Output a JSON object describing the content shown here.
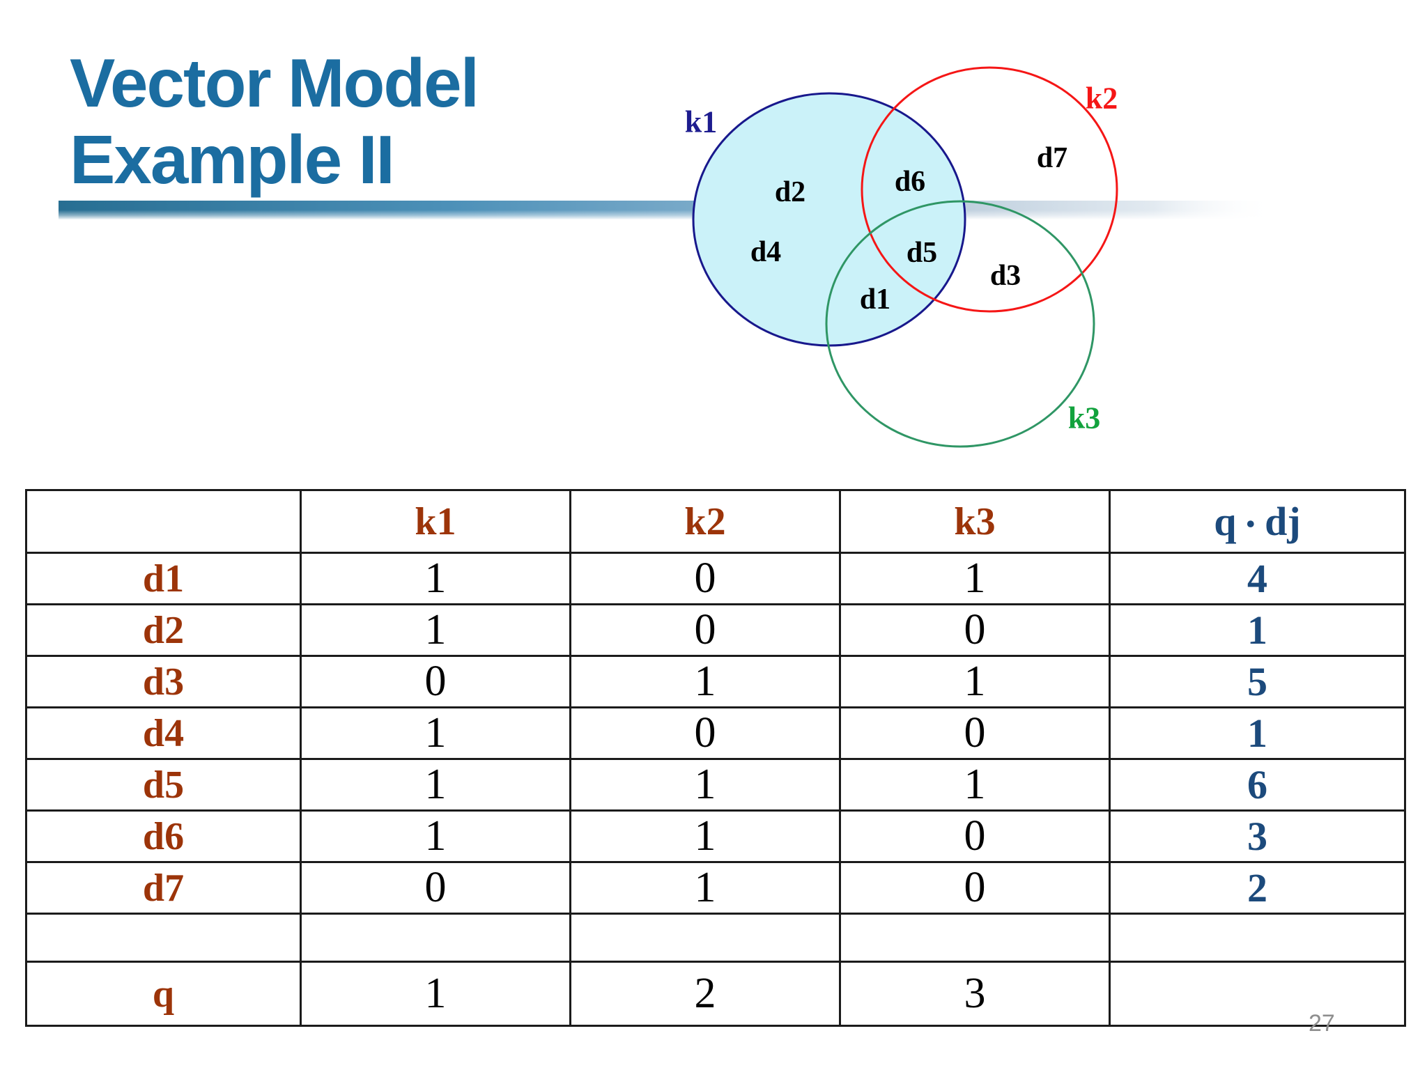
{
  "slide": {
    "title_line1": "Vector Model",
    "title_line2": "Example II",
    "page_number": "27"
  },
  "colors": {
    "title_blue": "#1b6da1",
    "underline_bar_blue": "#276e92",
    "k1_circle_stroke": "#18188c",
    "k1_circle_fill": "#cbf2f9",
    "k2_circle_stroke": "#f51616",
    "k3_circle_stroke": "#2f9665",
    "k3_label_green": "#12a23d",
    "table_label_red": "#9c3409",
    "table_result_navy": "#1c4a7c"
  },
  "venn": {
    "set_labels": {
      "k1": "k1",
      "k2": "k2",
      "k3": "k3"
    },
    "doc_labels": {
      "d1": "d1",
      "d2": "d2",
      "d3": "d3",
      "d4": "d4",
      "d5": "d5",
      "d6": "d6",
      "d7": "d7"
    }
  },
  "table": {
    "columns": [
      "",
      "k1",
      "k2",
      "k3"
    ],
    "qdj_header": {
      "q": "q",
      "dot": "•",
      "dj": "dj"
    },
    "rows": [
      {
        "label": "d1",
        "k1": "1",
        "k2": "0",
        "k3": "1",
        "qdj": "4"
      },
      {
        "label": "d2",
        "k1": "1",
        "k2": "0",
        "k3": "0",
        "qdj": "1"
      },
      {
        "label": "d3",
        "k1": "0",
        "k2": "1",
        "k3": "1",
        "qdj": "5"
      },
      {
        "label": "d4",
        "k1": "1",
        "k2": "0",
        "k3": "0",
        "qdj": "1"
      },
      {
        "label": "d5",
        "k1": "1",
        "k2": "1",
        "k3": "1",
        "qdj": "6"
      },
      {
        "label": "d6",
        "k1": "1",
        "k2": "1",
        "k3": "0",
        "qdj": "3"
      },
      {
        "label": "d7",
        "k1": "0",
        "k2": "1",
        "k3": "0",
        "qdj": "2"
      },
      {
        "label": "",
        "k1": "",
        "k2": "",
        "k3": "",
        "qdj": ""
      },
      {
        "label": "q",
        "k1": "1",
        "k2": "2",
        "k3": "3",
        "qdj": ""
      }
    ]
  }
}
